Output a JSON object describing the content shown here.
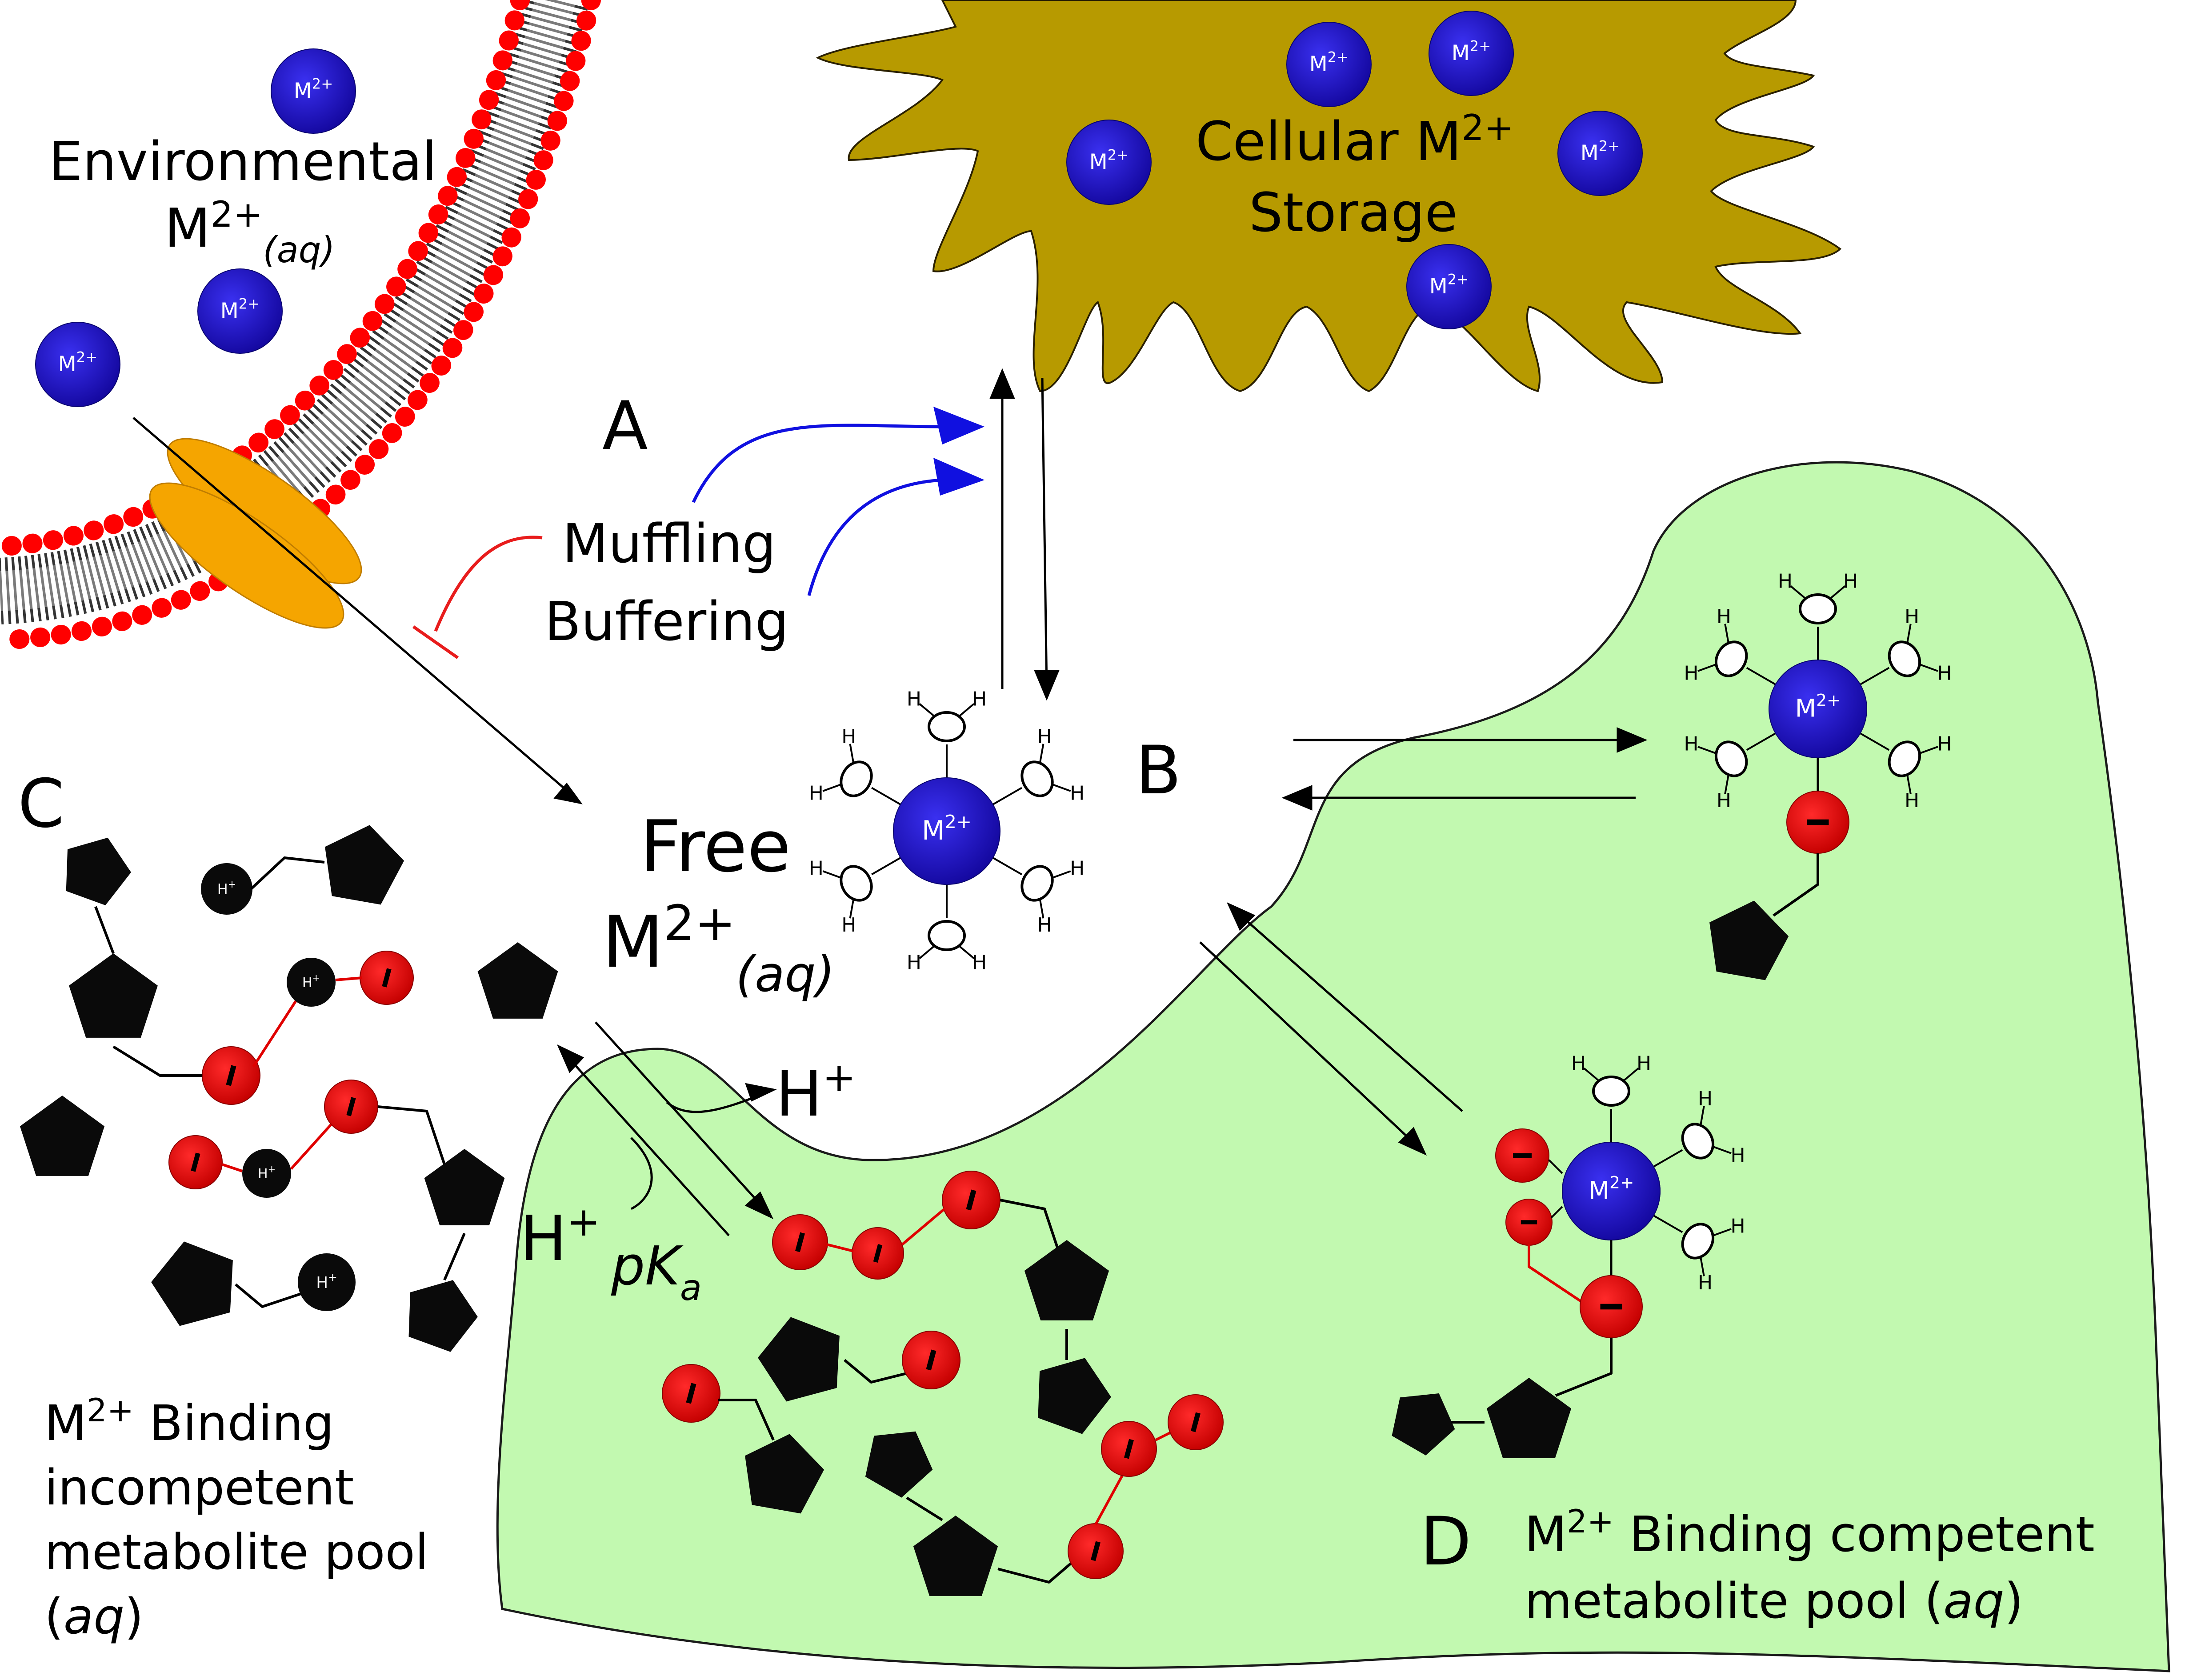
{
  "labels": {
    "a": "A",
    "b": "B",
    "c": "C",
    "d": "D",
    "environmental": "Environmental",
    "env_m": "M",
    "env_charge": "2+",
    "env_aq": "(aq)",
    "cellular_m": "Cellular M",
    "cellular_charge": "2+",
    "storage": "Storage",
    "muffling": "Muffling",
    "buffering": "Buffering",
    "free": "Free",
    "free_m": "M",
    "free_charge": "2+",
    "free_aq": "(aq)",
    "h_plus_release": "H",
    "h_plus_release_charge": "+",
    "h_plus_pka": "H",
    "h_plus_pka_charge": "+",
    "pk": "pK",
    "pk_sub": "a",
    "incompetent_line1_m": "M",
    "incompetent_line1_charge": "2+",
    "incompetent_line1_rest": " Binding",
    "incompetent_line2": "incompetent",
    "incompetent_line3": "metabolite pool",
    "incompetent_line4_open": "(",
    "incompetent_line4_aq": "aq",
    "incompetent_line4_close": ")",
    "competent_line1_m": "M",
    "competent_line1_charge": "2+",
    "competent_line1_rest": " Binding competent",
    "competent_line2_rest": "metabolite pool (",
    "competent_line2_aq": "aq",
    "competent_line2_close": ")"
  },
  "ion_label": "M2+",
  "ion_label_m": "M",
  "ion_label_charge": "2+",
  "proton_label": "H+",
  "water_o": "O",
  "water_h": "H",
  "minus_sign": "−",
  "colors": {
    "metal_ion": "#1a0fd6",
    "storage_fill": "#b79a00",
    "membrane_head": "#ff0000",
    "competent_pool": "#c2f9b0",
    "channel": "#f5a500",
    "muffling_inhibit": "#e81c1c",
    "buffering_arrow": "#1010e0",
    "anion": "#e00000",
    "metabolite": "#000000"
  }
}
